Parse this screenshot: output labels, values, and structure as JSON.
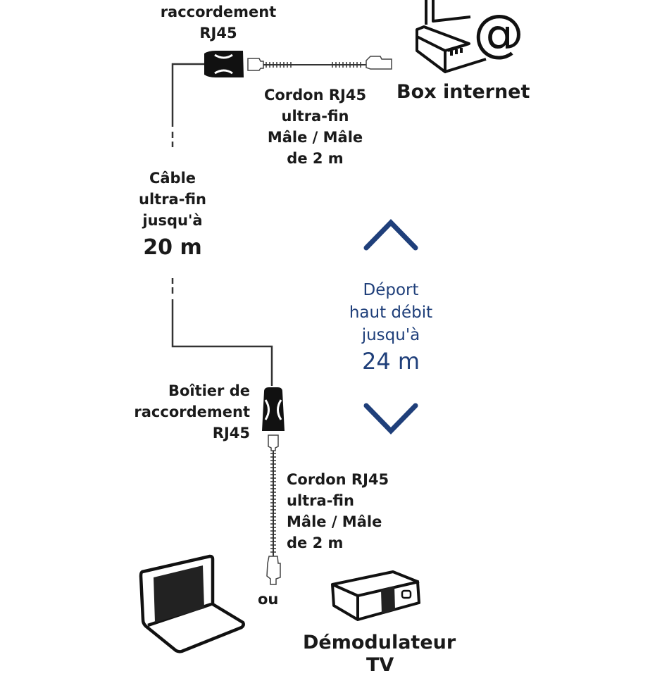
{
  "top_connector": {
    "label_lines": [
      "raccordement",
      "RJ45"
    ]
  },
  "box_internet": {
    "label": "Box internet",
    "icon": "router-at-icon"
  },
  "top_cord": {
    "label_lines": [
      "Cordon RJ45",
      "ultra-fin",
      "Mâle / Mâle",
      "de 2 m"
    ]
  },
  "cable": {
    "label_lines": [
      "Câble",
      "ultra-fin",
      "jusqu'à"
    ],
    "length": "20 m"
  },
  "range": {
    "label_lines": [
      "Déport",
      "haut débit",
      "jusqu'à"
    ],
    "length": "24 m",
    "color": "#1f3f7a",
    "icons": [
      "chevron-up-icon",
      "chevron-down-icon"
    ]
  },
  "bottom_connector": {
    "label_lines": [
      "Boîtier de",
      "raccordement",
      "RJ45"
    ]
  },
  "bottom_cord": {
    "label_lines": [
      "Cordon RJ45",
      "ultra-fin",
      "Mâle / Mâle",
      "de 2 m"
    ]
  },
  "or_label": "ou",
  "laptop": {
    "icon": "laptop-icon"
  },
  "decoder": {
    "label": "Démodulateur",
    "label_cut": "TV",
    "icon": "decoder-icon"
  }
}
